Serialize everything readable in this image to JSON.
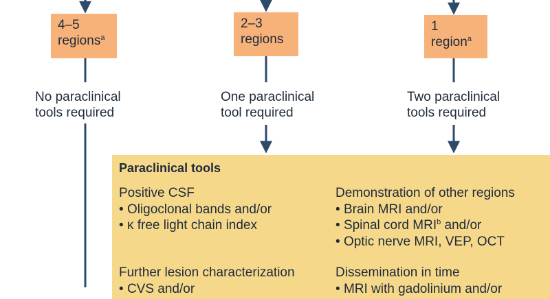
{
  "boxes": [
    {
      "line1": "4–5",
      "line2": "regions",
      "sup": "a"
    },
    {
      "line1": "2–3",
      "line2": "regions",
      "sup": ""
    },
    {
      "line1": "1",
      "line2": "region",
      "sup": "a"
    }
  ],
  "notes": [
    {
      "line1": "No paraclinical",
      "line2": "tools required"
    },
    {
      "line1": "One paraclinical",
      "line2": "tool required"
    },
    {
      "line1": "Two paraclinical",
      "line2": "tools required"
    }
  ],
  "panel": {
    "title": "Paraclinical tools",
    "csf": {
      "heading": "Positive CSF",
      "items": [
        "Oligoclonal bands and/or",
        "κ free light chain index"
      ]
    },
    "regions": {
      "heading": "Demonstration of other regions",
      "items": [
        "Brain MRI and/or",
        "Spinal cord MRI",
        "Optic nerve MRI, VEP, OCT"
      ],
      "spinal_sup": "b",
      "spinal_tail": " and/or"
    },
    "lesion": {
      "heading": "Further lesion characterization",
      "items": [
        "CVS and/or"
      ]
    },
    "time": {
      "heading": "Dissemination in time",
      "items": [
        "MRI with gadolinium and/or"
      ]
    }
  },
  "colors": {
    "box": "#f7b27a",
    "panel": "#f5d88a",
    "line": "#2d4a6b"
  }
}
